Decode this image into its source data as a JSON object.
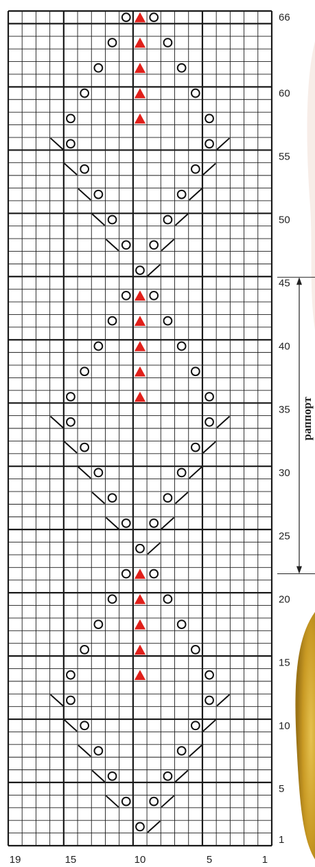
{
  "chart": {
    "columns": 19,
    "rows": 66,
    "stitches": [
      {
        "row": 66,
        "col": 11,
        "sym": "yo"
      },
      {
        "row": 66,
        "col": 10,
        "sym": "cdd"
      },
      {
        "row": 66,
        "col": 9,
        "sym": "yo"
      },
      {
        "row": 64,
        "col": 12,
        "sym": "yo"
      },
      {
        "row": 64,
        "col": 10,
        "sym": "cdd"
      },
      {
        "row": 64,
        "col": 8,
        "sym": "yo"
      },
      {
        "row": 62,
        "col": 13,
        "sym": "yo"
      },
      {
        "row": 62,
        "col": 10,
        "sym": "cdd"
      },
      {
        "row": 62,
        "col": 7,
        "sym": "yo"
      },
      {
        "row": 60,
        "col": 14,
        "sym": "yo"
      },
      {
        "row": 60,
        "col": 10,
        "sym": "cdd"
      },
      {
        "row": 60,
        "col": 6,
        "sym": "yo"
      },
      {
        "row": 58,
        "col": 15,
        "sym": "yo"
      },
      {
        "row": 58,
        "col": 10,
        "sym": "cdd"
      },
      {
        "row": 58,
        "col": 5,
        "sym": "yo"
      },
      {
        "row": 56,
        "col": 16,
        "sym": "ssk"
      },
      {
        "row": 56,
        "col": 15,
        "sym": "yo"
      },
      {
        "row": 56,
        "col": 5,
        "sym": "yo"
      },
      {
        "row": 56,
        "col": 4,
        "sym": "k2tog"
      },
      {
        "row": 54,
        "col": 15,
        "sym": "ssk"
      },
      {
        "row": 54,
        "col": 14,
        "sym": "yo"
      },
      {
        "row": 54,
        "col": 6,
        "sym": "yo"
      },
      {
        "row": 54,
        "col": 5,
        "sym": "k2tog"
      },
      {
        "row": 52,
        "col": 14,
        "sym": "ssk"
      },
      {
        "row": 52,
        "col": 13,
        "sym": "yo"
      },
      {
        "row": 52,
        "col": 7,
        "sym": "yo"
      },
      {
        "row": 52,
        "col": 6,
        "sym": "k2tog"
      },
      {
        "row": 50,
        "col": 13,
        "sym": "ssk"
      },
      {
        "row": 50,
        "col": 12,
        "sym": "yo"
      },
      {
        "row": 50,
        "col": 8,
        "sym": "yo"
      },
      {
        "row": 50,
        "col": 7,
        "sym": "k2tog"
      },
      {
        "row": 48,
        "col": 12,
        "sym": "ssk"
      },
      {
        "row": 48,
        "col": 11,
        "sym": "yo"
      },
      {
        "row": 48,
        "col": 9,
        "sym": "yo"
      },
      {
        "row": 48,
        "col": 8,
        "sym": "k2tog"
      },
      {
        "row": 46,
        "col": 10,
        "sym": "yo"
      },
      {
        "row": 46,
        "col": 9,
        "sym": "k2tog"
      },
      {
        "row": 44,
        "col": 11,
        "sym": "yo"
      },
      {
        "row": 44,
        "col": 10,
        "sym": "cdd"
      },
      {
        "row": 44,
        "col": 9,
        "sym": "yo"
      },
      {
        "row": 42,
        "col": 12,
        "sym": "yo"
      },
      {
        "row": 42,
        "col": 10,
        "sym": "cdd"
      },
      {
        "row": 42,
        "col": 8,
        "sym": "yo"
      },
      {
        "row": 40,
        "col": 13,
        "sym": "yo"
      },
      {
        "row": 40,
        "col": 10,
        "sym": "cdd"
      },
      {
        "row": 40,
        "col": 7,
        "sym": "yo"
      },
      {
        "row": 38,
        "col": 14,
        "sym": "yo"
      },
      {
        "row": 38,
        "col": 10,
        "sym": "cdd"
      },
      {
        "row": 38,
        "col": 6,
        "sym": "yo"
      },
      {
        "row": 36,
        "col": 15,
        "sym": "yo"
      },
      {
        "row": 36,
        "col": 10,
        "sym": "cdd"
      },
      {
        "row": 36,
        "col": 5,
        "sym": "yo"
      },
      {
        "row": 34,
        "col": 16,
        "sym": "ssk"
      },
      {
        "row": 34,
        "col": 15,
        "sym": "yo"
      },
      {
        "row": 34,
        "col": 5,
        "sym": "yo"
      },
      {
        "row": 34,
        "col": 4,
        "sym": "k2tog"
      },
      {
        "row": 32,
        "col": 15,
        "sym": "ssk"
      },
      {
        "row": 32,
        "col": 14,
        "sym": "yo"
      },
      {
        "row": 32,
        "col": 6,
        "sym": "yo"
      },
      {
        "row": 32,
        "col": 5,
        "sym": "k2tog"
      },
      {
        "row": 30,
        "col": 14,
        "sym": "ssk"
      },
      {
        "row": 30,
        "col": 13,
        "sym": "yo"
      },
      {
        "row": 30,
        "col": 7,
        "sym": "yo"
      },
      {
        "row": 30,
        "col": 6,
        "sym": "k2tog"
      },
      {
        "row": 28,
        "col": 13,
        "sym": "ssk"
      },
      {
        "row": 28,
        "col": 12,
        "sym": "yo"
      },
      {
        "row": 28,
        "col": 8,
        "sym": "yo"
      },
      {
        "row": 28,
        "col": 7,
        "sym": "k2tog"
      },
      {
        "row": 26,
        "col": 12,
        "sym": "ssk"
      },
      {
        "row": 26,
        "col": 11,
        "sym": "yo"
      },
      {
        "row": 26,
        "col": 9,
        "sym": "yo"
      },
      {
        "row": 26,
        "col": 8,
        "sym": "k2tog"
      },
      {
        "row": 24,
        "col": 10,
        "sym": "yo"
      },
      {
        "row": 24,
        "col": 9,
        "sym": "k2tog"
      },
      {
        "row": 22,
        "col": 11,
        "sym": "yo"
      },
      {
        "row": 22,
        "col": 10,
        "sym": "cdd"
      },
      {
        "row": 22,
        "col": 9,
        "sym": "yo"
      },
      {
        "row": 20,
        "col": 12,
        "sym": "yo"
      },
      {
        "row": 20,
        "col": 10,
        "sym": "cdd"
      },
      {
        "row": 20,
        "col": 8,
        "sym": "yo"
      },
      {
        "row": 18,
        "col": 13,
        "sym": "yo"
      },
      {
        "row": 18,
        "col": 10,
        "sym": "cdd"
      },
      {
        "row": 18,
        "col": 7,
        "sym": "yo"
      },
      {
        "row": 16,
        "col": 14,
        "sym": "yo"
      },
      {
        "row": 16,
        "col": 10,
        "sym": "cdd"
      },
      {
        "row": 16,
        "col": 6,
        "sym": "yo"
      },
      {
        "row": 14,
        "col": 15,
        "sym": "yo"
      },
      {
        "row": 14,
        "col": 10,
        "sym": "cdd"
      },
      {
        "row": 14,
        "col": 5,
        "sym": "yo"
      },
      {
        "row": 12,
        "col": 16,
        "sym": "ssk"
      },
      {
        "row": 12,
        "col": 15,
        "sym": "yo"
      },
      {
        "row": 12,
        "col": 5,
        "sym": "yo"
      },
      {
        "row": 12,
        "col": 4,
        "sym": "k2tog"
      },
      {
        "row": 10,
        "col": 15,
        "sym": "ssk"
      },
      {
        "row": 10,
        "col": 14,
        "sym": "yo"
      },
      {
        "row": 10,
        "col": 6,
        "sym": "yo"
      },
      {
        "row": 10,
        "col": 5,
        "sym": "k2tog"
      },
      {
        "row": 8,
        "col": 14,
        "sym": "ssk"
      },
      {
        "row": 8,
        "col": 13,
        "sym": "yo"
      },
      {
        "row": 8,
        "col": 7,
        "sym": "yo"
      },
      {
        "row": 8,
        "col": 6,
        "sym": "k2tog"
      },
      {
        "row": 6,
        "col": 13,
        "sym": "ssk"
      },
      {
        "row": 6,
        "col": 12,
        "sym": "yo"
      },
      {
        "row": 6,
        "col": 8,
        "sym": "yo"
      },
      {
        "row": 6,
        "col": 7,
        "sym": "k2tog"
      },
      {
        "row": 4,
        "col": 12,
        "sym": "ssk"
      },
      {
        "row": 4,
        "col": 11,
        "sym": "yo"
      },
      {
        "row": 4,
        "col": 9,
        "sym": "yo"
      },
      {
        "row": 4,
        "col": 8,
        "sym": "k2tog"
      },
      {
        "row": 2,
        "col": 10,
        "sym": "yo"
      },
      {
        "row": 2,
        "col": 9,
        "sym": "k2tog"
      }
    ],
    "row_labels": [
      {
        "row": 66,
        "text": "66"
      },
      {
        "row": 60,
        "text": "60"
      },
      {
        "row": 55,
        "text": "55"
      },
      {
        "row": 50,
        "text": "50"
      },
      {
        "row": 45,
        "text": "45"
      },
      {
        "row": 40,
        "text": "40"
      },
      {
        "row": 35,
        "text": "35"
      },
      {
        "row": 30,
        "text": "30"
      },
      {
        "row": 25,
        "text": "25"
      },
      {
        "row": 20,
        "text": "20"
      },
      {
        "row": 15,
        "text": "15"
      },
      {
        "row": 10,
        "text": "10"
      },
      {
        "row": 5,
        "text": "5"
      },
      {
        "row": 1,
        "text": "1"
      }
    ],
    "col_labels": [
      {
        "col": 19,
        "text": "19"
      },
      {
        "col": 15,
        "text": "15"
      },
      {
        "col": 10,
        "text": "10"
      },
      {
        "col": 5,
        "text": "5"
      },
      {
        "col": 1,
        "text": "1"
      }
    ],
    "repeat": {
      "label": "раппорт",
      "from_row": 23,
      "to_row": 45
    }
  },
  "colors": {
    "grid": "#1a1a1a",
    "symbol": "#111111",
    "triangle": "#e0201b",
    "background": "#ffffff"
  }
}
